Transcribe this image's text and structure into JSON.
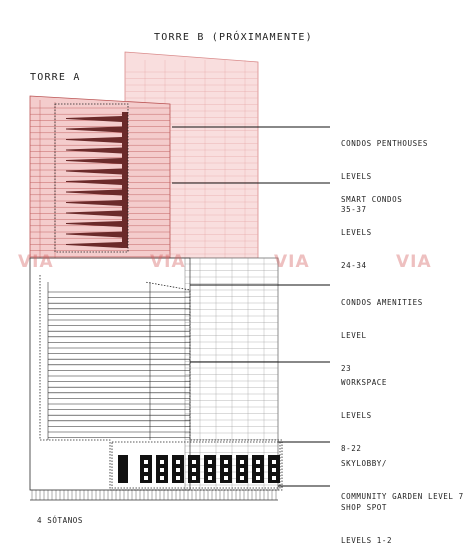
{
  "titles": {
    "tower_b": "TORRE B (PRÓXIMAMENTE)",
    "tower_a": "TORRE A",
    "basement": "4 SÓTANOS"
  },
  "callouts": [
    {
      "name": "condos-penthouses",
      "lines": [
        "CONDOS PENTHOUSES",
        "LEVELS",
        "35-37"
      ]
    },
    {
      "name": "smart-condos",
      "lines": [
        "SMART CONDOS",
        "LEVELS",
        "24-34"
      ]
    },
    {
      "name": "condos-amenities",
      "lines": [
        "CONDOS AMENITIES",
        "LEVEL",
        "23"
      ]
    },
    {
      "name": "workspace",
      "lines": [
        "WORKSPACE",
        "LEVELS",
        "8-22"
      ]
    },
    {
      "name": "skylobby",
      "lines": [
        "SKYLOBBY/",
        "COMMUNITY GARDEN LEVEL 7"
      ]
    },
    {
      "name": "shop-spot",
      "lines": [
        "SHOP SPOT",
        "LEVELS 1-2"
      ]
    }
  ],
  "watermark": "VIA",
  "colors": {
    "tower_b_fill": "#f7d6d6",
    "tower_a_residential": "#f3c9c9",
    "line_red": "#c04848",
    "line_dark": "#222222",
    "unit_dark": "#6b2a2a"
  }
}
